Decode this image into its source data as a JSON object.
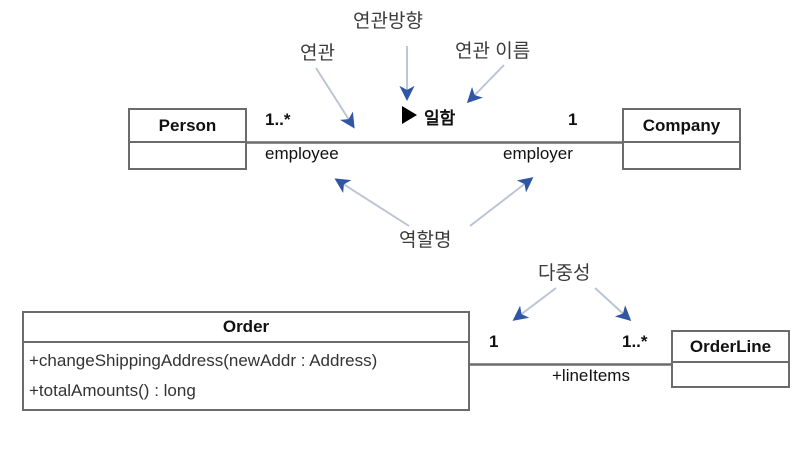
{
  "diagram": {
    "title": "UML Association Notation Diagram",
    "language": "ko",
    "background": "#ffffff",
    "line_color": "#6b6b6b",
    "annotation_line_color": "#b9c3d4",
    "annotation_arrow_color": "#2f55a4",
    "text_color": "#111111"
  },
  "annotations": {
    "association": "연관",
    "association_direction": "연관방향",
    "association_name_label": "연관 이름",
    "role_name": "역할명",
    "multiplicity": "다중성"
  },
  "upper_diagram": {
    "left_class": {
      "name": "Person",
      "members": []
    },
    "right_class": {
      "name": "Company",
      "members": []
    },
    "association": {
      "name": "일함",
      "direction_marker": "solid-right-triangle",
      "left_multiplicity": "1..*",
      "left_role": "employee",
      "right_multiplicity": "1",
      "right_role": "employer"
    }
  },
  "lower_diagram": {
    "left_class": {
      "name": "Order",
      "members": [
        "+changeShippingAddress(newAddr : Address)",
        "+totalAmounts() : long"
      ]
    },
    "right_class": {
      "name": "OrderLine",
      "members": []
    },
    "association": {
      "left_multiplicity": "1",
      "right_multiplicity": "1..*",
      "role": "+lineItems"
    }
  }
}
